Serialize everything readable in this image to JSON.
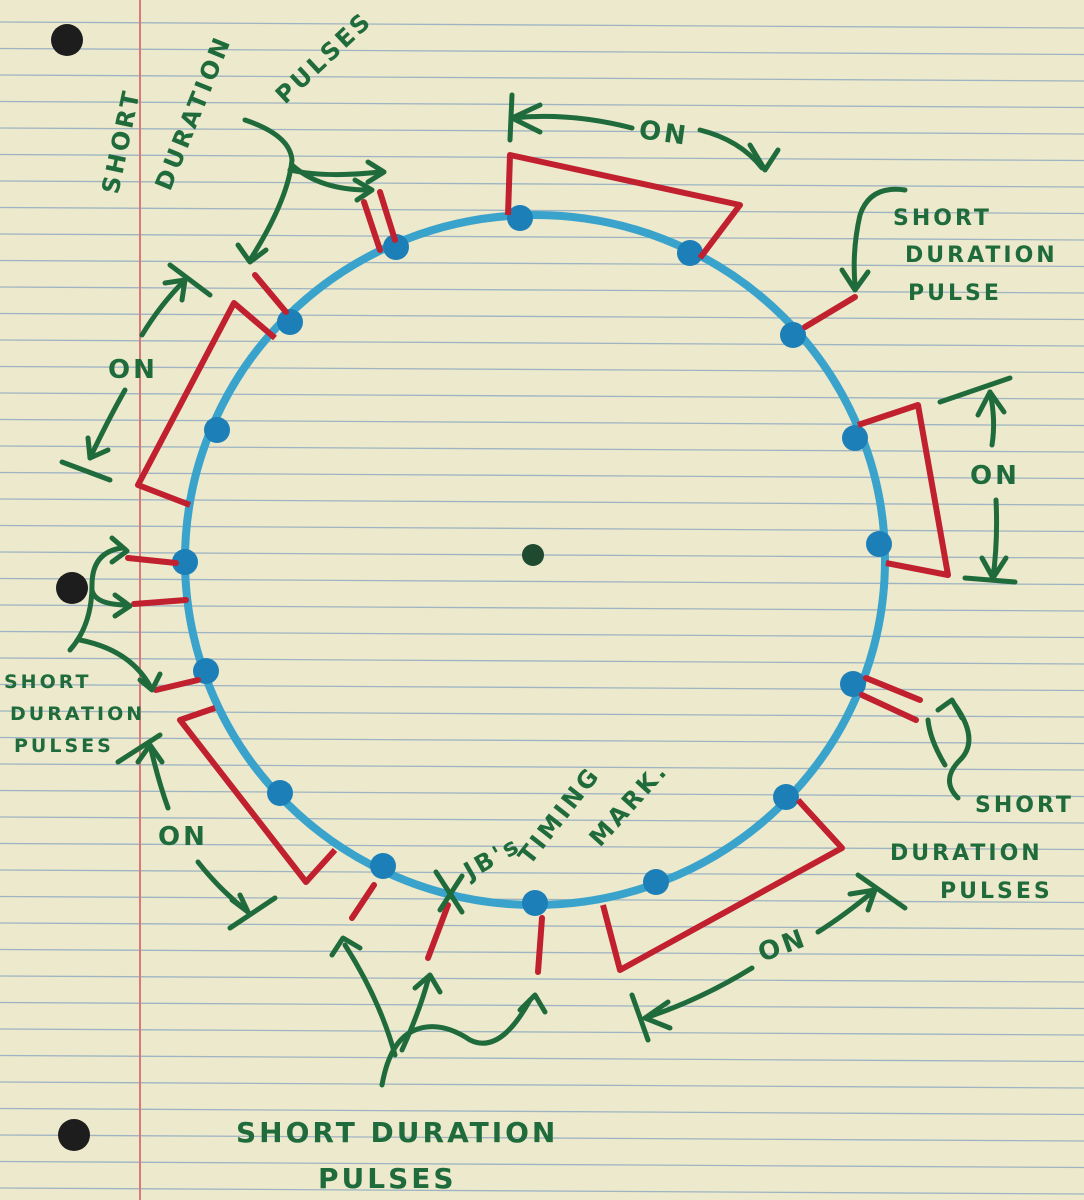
{
  "colors": {
    "paper": "#ece9cc",
    "rule_line": "#9eb4c2",
    "margin_line": "#d77a7a",
    "hole": "#1d1d1d",
    "circle": "#3aa3cc",
    "dot": "#1d7fb8",
    "pulse": "#c1202e",
    "annotation": "#1f6b3c"
  },
  "labels": {
    "short_duration_pulses": "SHORT DURATION PULSES",
    "short_duration_pulse": "SHORT DURATION PULSE",
    "on": "ON",
    "timing_mark": "JB's TIMING MARK."
  },
  "text": {
    "sd_top_left_l1": "SHORT",
    "sd_top_left_l2": "DURATION",
    "sd_top_left_l3": "PULSES",
    "sd_right_top_l1": "SHORT",
    "sd_right_top_l2": "DURATION",
    "sd_right_top_l3": "PULSE",
    "sd_left_l1": "SHORT",
    "sd_left_l2": "DURATION",
    "sd_left_l3": "PULSES",
    "sd_right_bottom_l1": "SHORT",
    "sd_right_bottom_l2": "DURATION",
    "sd_right_bottom_l3": "PULSES",
    "sd_bottom_l1": "SHORT DURATION",
    "sd_bottom_l2": "PULSES",
    "timing_mark_l1": "JB's",
    "timing_mark_l2": "TIMING",
    "timing_mark_l3": "MARK.",
    "on_top": "ON",
    "on_right": "ON",
    "on_bottom_right": "ON",
    "on_bottom_left": "ON",
    "on_left": "ON"
  }
}
